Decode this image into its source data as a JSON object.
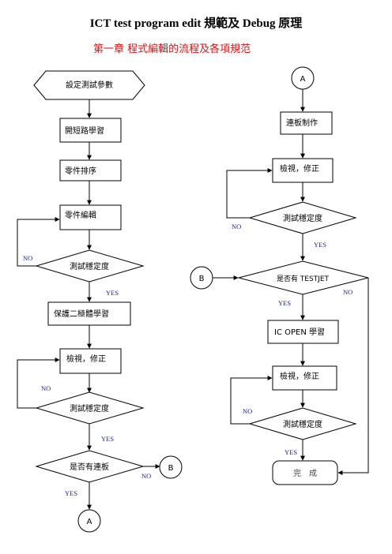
{
  "header": {
    "title": "ICT test program edit 規範及 Debug 原理",
    "subtitle": "第一章 程式編輯的流程及各項規范"
  },
  "left_flow": {
    "start": "設定測試參數",
    "step1": "開短路學習",
    "step2": "零件排序",
    "step3": "零件編輯",
    "decision1": "測試穩定度",
    "step4": "保護二極體學習",
    "step5": "檢視，修正",
    "decision2": "測試穩定度",
    "decision3": "是否有連板",
    "connector_b": "B",
    "connector_a": "A"
  },
  "right_flow": {
    "connector_a": "A",
    "step1": "連板制作",
    "step2": "檢視，修正",
    "decision1": "測試穩定度",
    "connector_b": "B",
    "decision2": "是否有 TESTJET",
    "step3": "IC OPEN 學習",
    "step4": "檢視，修正",
    "decision3": "測試穩定度",
    "end": "完　成"
  },
  "labels": {
    "yes": "YES",
    "no": "NO"
  }
}
